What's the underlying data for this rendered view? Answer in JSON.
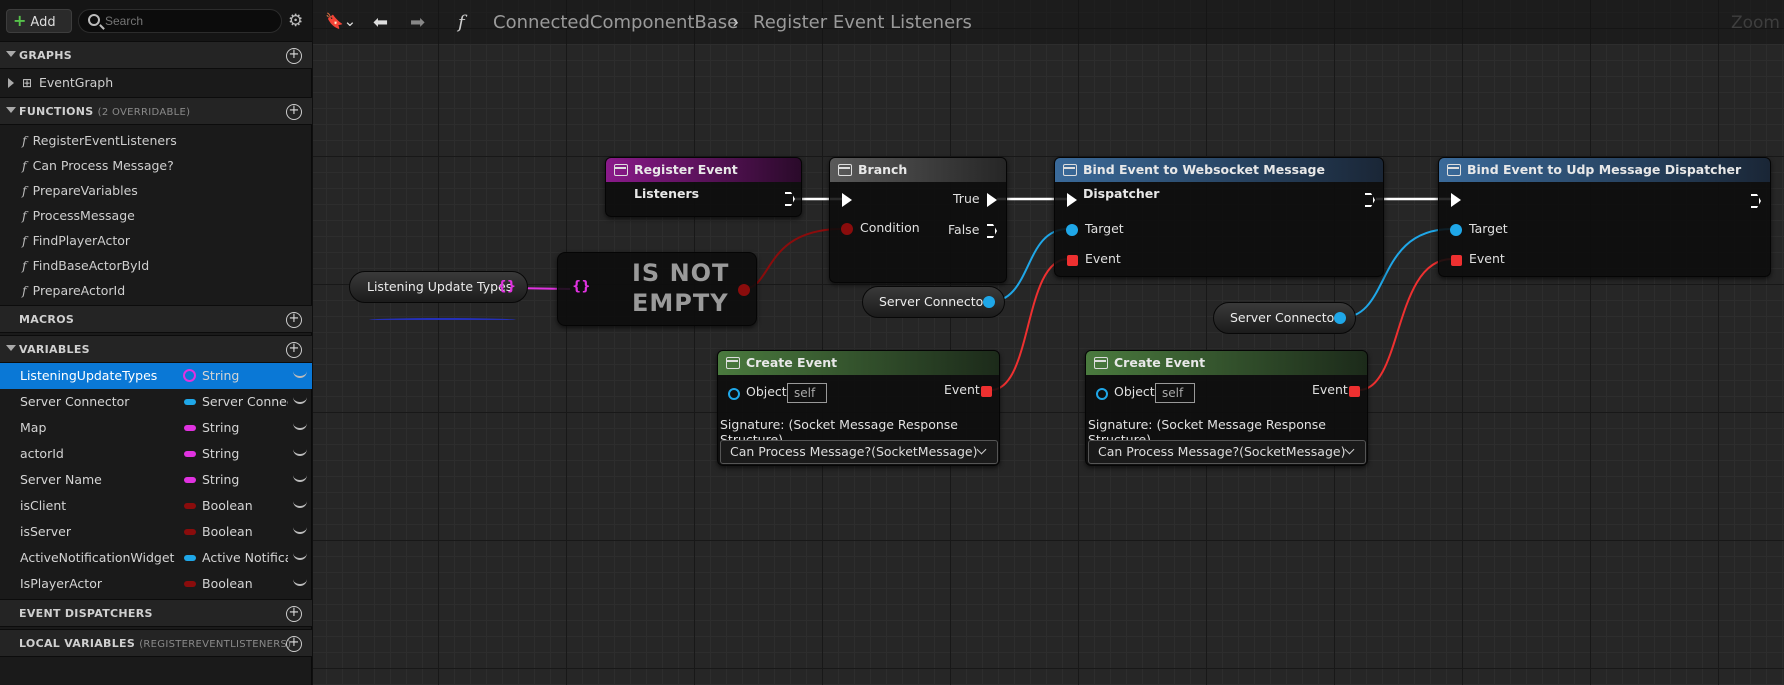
{
  "toolbar": {
    "add_label": "Add",
    "search_placeholder": "Search"
  },
  "sections": {
    "graphs": "GRAPHS",
    "functions": "FUNCTIONS",
    "functions_sub": "(2 OVERRIDABLE)",
    "macros": "MACROS",
    "variables": "VARIABLES",
    "dispatchers": "EVENT DISPATCHERS",
    "locals": "LOCAL VARIABLES",
    "locals_sub": "(REGISTEREVENTLISTENERS)"
  },
  "graphs": [
    "EventGraph"
  ],
  "functions": [
    "RegisterEventListeners",
    "Can Process Message?",
    "PrepareVariables",
    "ProcessMessage",
    "FindPlayerActor",
    "FindBaseActorById",
    "PrepareActorId"
  ],
  "variables": [
    {
      "name": "ListeningUpdateTypes",
      "type": "String",
      "color": "#e032e0",
      "set": true
    },
    {
      "name": "Server Connector",
      "type": "Server Connector",
      "color": "#1fa7e8",
      "set": false
    },
    {
      "name": "Map",
      "type": "String",
      "color": "#e032e0",
      "set": false
    },
    {
      "name": "actorId",
      "type": "String",
      "color": "#e032e0",
      "set": false
    },
    {
      "name": "Server Name",
      "type": "String",
      "color": "#e032e0",
      "set": false
    },
    {
      "name": "isClient",
      "type": "Boolean",
      "color": "#8a0c0c",
      "set": false
    },
    {
      "name": "isServer",
      "type": "Boolean",
      "color": "#8a0c0c",
      "set": false
    },
    {
      "name": "ActiveNotificationWidget",
      "type": "Active Notification",
      "color": "#1fa7e8",
      "set": false
    },
    {
      "name": "IsPlayerActor",
      "type": "Boolean",
      "color": "#8a0c0c",
      "set": false
    }
  ],
  "breadcrumb": {
    "class": "ConnectedComponentBase",
    "graph": "Register Event Listeners"
  },
  "zoom": "Zoom",
  "nodes": {
    "entry": "Register Event Listeners",
    "branch": "Branch",
    "true": "True",
    "false": "False",
    "condition": "Condition",
    "bind_ws": "Bind Event to Websocket Message Dispatcher",
    "bind_udp": "Bind Event to Udp Message Dispatcher",
    "target": "Target",
    "event": "Event",
    "listening": "Listening Update Types",
    "notempty_1": "IS NOT",
    "notempty_2": "EMPTY",
    "server_connector": "Server Connector",
    "create_event": "Create Event",
    "object": "Object",
    "self": "self",
    "signature": "Signature: (Socket Message Response Structure)",
    "func_select": "Can Process Message?(SocketMessage)"
  },
  "colors": {
    "accent": "#0a78d6",
    "exec": "#ffffff",
    "object": "#1fa7e8",
    "delegate": "#ee3030",
    "bool": "#8a0c0c",
    "string": "#e032e0"
  }
}
